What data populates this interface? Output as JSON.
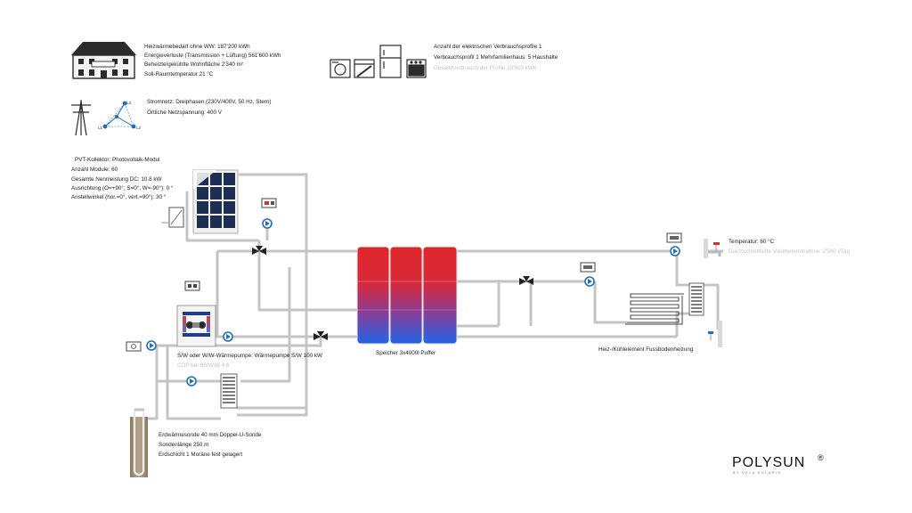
{
  "building": {
    "lines": [
      "Heizwärmebedarf ohne WW: 187'200 kWh",
      "Energieverluste (Transmission + Lüftung) 561'600 kWh",
      "Beheizte/gekühlte Wohnfläche 2'340 m²",
      "Soll-Raumtemperatur 21 °C"
    ]
  },
  "electric_profiles": {
    "lines": [
      "Anzahl der elektrischen Verbrauchsprofile 1",
      "Verbrauchsprofil 1 Mehrfamilienhaus: 5 Haushalte"
    ],
    "total": "Gesamtverbrauch der Profile 20'500 kWh"
  },
  "grid": {
    "lines": [
      "Stromnetz: Dreiphasen (230V/400V, 50 Hz, Stern)",
      "Örtliche Netzspannung: 400 V"
    ],
    "phase_labels": [
      "L1",
      "L2",
      "L3"
    ]
  },
  "pvt": {
    "lines": [
      "PVT-Kollektor: Photovoltaik-Modul",
      "Anzahl Module: 60",
      "Gesamte Nennleistung DC: 10.8 kW",
      "Ausrichtung (O=+90°, S=0°, W=-90°): 0 °",
      "Anstellwinkel (hor.=0°, vert.=90°): 30 °"
    ]
  },
  "heat_pump": {
    "label": "S/W oder W/W-Wärmepumpe: Wärmepumpe S/W 100 kW",
    "cop": "COP bei B0/W35 4.6"
  },
  "storage": {
    "label": "Speicher 3x4000l Puffer"
  },
  "floor_heating": {
    "label": "Heiz-/Kühlelement Fussbodenheizung"
  },
  "hot_water": {
    "temperature": "Temperatur: 60 °C",
    "consumption": "Durchschnittliche Volumenentnahme: 2'500 l/Tag"
  },
  "borehole": {
    "lines": [
      "Erdwärmesonde 40 mm Doppel-U-Sonde",
      "Sondenlänge 250 m",
      "Erdschicht 1 Moräne fest gelagert"
    ]
  },
  "brand": {
    "name": "POLYSUN",
    "mark": "®",
    "sub": "BY VELA SOLARIS"
  },
  "colors": {
    "pipe": "#c9c9c9",
    "pump": "#1e6fb8",
    "tank_hot": "#e0262a",
    "tank_cold": "#1f66e6",
    "pv": "#1c2e52"
  }
}
